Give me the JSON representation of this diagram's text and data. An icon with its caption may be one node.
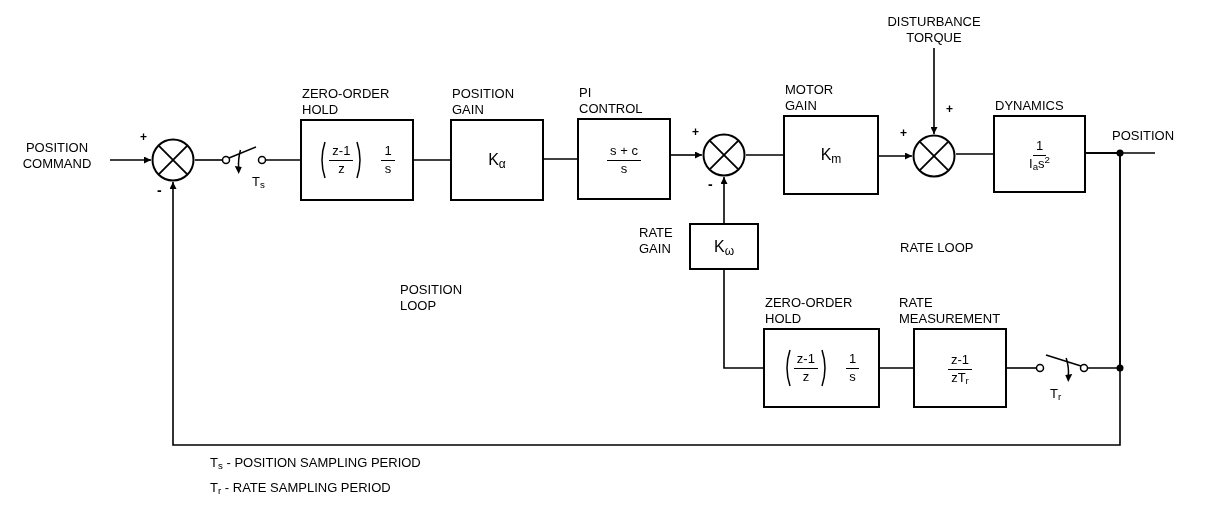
{
  "diagram": {
    "nodes": [
      {
        "text": [
          "POSITION COMMAND"
        ]
      },
      {
        "text": [],
        "shape": "circle"
      },
      {
        "text": [],
        "shape": "switch",
        "beside": [
          "T$_{s}$"
        ]
      },
      {
        "text": [
          "ZERO-ORDER HOLD",
          "z-1",
          "z",
          "1",
          "s"
        ]
      },
      {
        "text": [
          "POSITION GAIN",
          "K$_{α}$"
        ]
      },
      {
        "text": [
          "PI CONTROL",
          "s + c",
          "s"
        ]
      },
      {
        "text": [],
        "shape": "circle"
      },
      {
        "text": [
          "MOTOR GAIN",
          "K$_{m}$"
        ]
      },
      {
        "text": [
          "DISTURBANCE TORQUE"
        ]
      },
      {
        "text": [],
        "shape": "circle"
      },
      {
        "text": [
          "DYNAMICS",
          "1",
          "I$_{a}$s$^{2}$"
        ]
      },
      {
        "text": [
          "RATE GAIN",
          "K$_{ω}$"
        ]
      },
      {
        "text": [
          "ZERO-ORDER HOLD",
          "z-1",
          "z",
          "1",
          "s"
        ]
      },
      {
        "text": [
          "RATE MEASUREMENT",
          "z-1",
          "zT$_{r}$"
        ]
      },
      {
        "text": [],
        "shape": "switch",
        "beside": [
          "T$_{r}$"
        ]
      }
    ],
    "edges": [
      {
        "from": 0,
        "to": 1,
        "arrow": "to"
      },
      {
        "from": 1,
        "to": 2,
        "arrow": "none"
      },
      {
        "from": 2,
        "to": 3,
        "arrow": "none"
      },
      {
        "from": 3,
        "to": 4,
        "arrow": "none"
      },
      {
        "from": 4,
        "to": 5,
        "arrow": "none"
      },
      {
        "from": 5,
        "to": 6,
        "arrow": "to"
      },
      {
        "from": 6,
        "to": 7,
        "arrow": "none"
      },
      {
        "from": 7,
        "to": 9,
        "arrow": "to"
      },
      {
        "from": 8,
        "to": 9,
        "arrow": "to"
      },
      {
        "from": 9,
        "to": 10,
        "arrow": "none"
      },
      {
        "from": 10,
        "to": null,
        "arrow": "none"
      },
      {
        "from": 10,
        "to": 14,
        "arrow": "none"
      },
      {
        "from": 14,
        "to": 13,
        "arrow": "none"
      },
      {
        "from": 13,
        "to": 12,
        "arrow": "none"
      },
      {
        "from": 12,
        "to": 11,
        "arrow": "none"
      },
      {
        "from": 11,
        "to": 6,
        "arrow": "to"
      },
      {
        "from": 10,
        "to": 1,
        "arrow": "to"
      }
    ],
    "labels": [
      "+",
      "-",
      "+",
      "-",
      "+",
      "+",
      "POSITION",
      "RATE LOOP",
      "POSITION LOOP",
      "T$_{s}$ - POSITION SAMPLING PERIOD",
      "T$_{r}$ - RATE SAMPLING PERIOD"
    ]
  }
}
